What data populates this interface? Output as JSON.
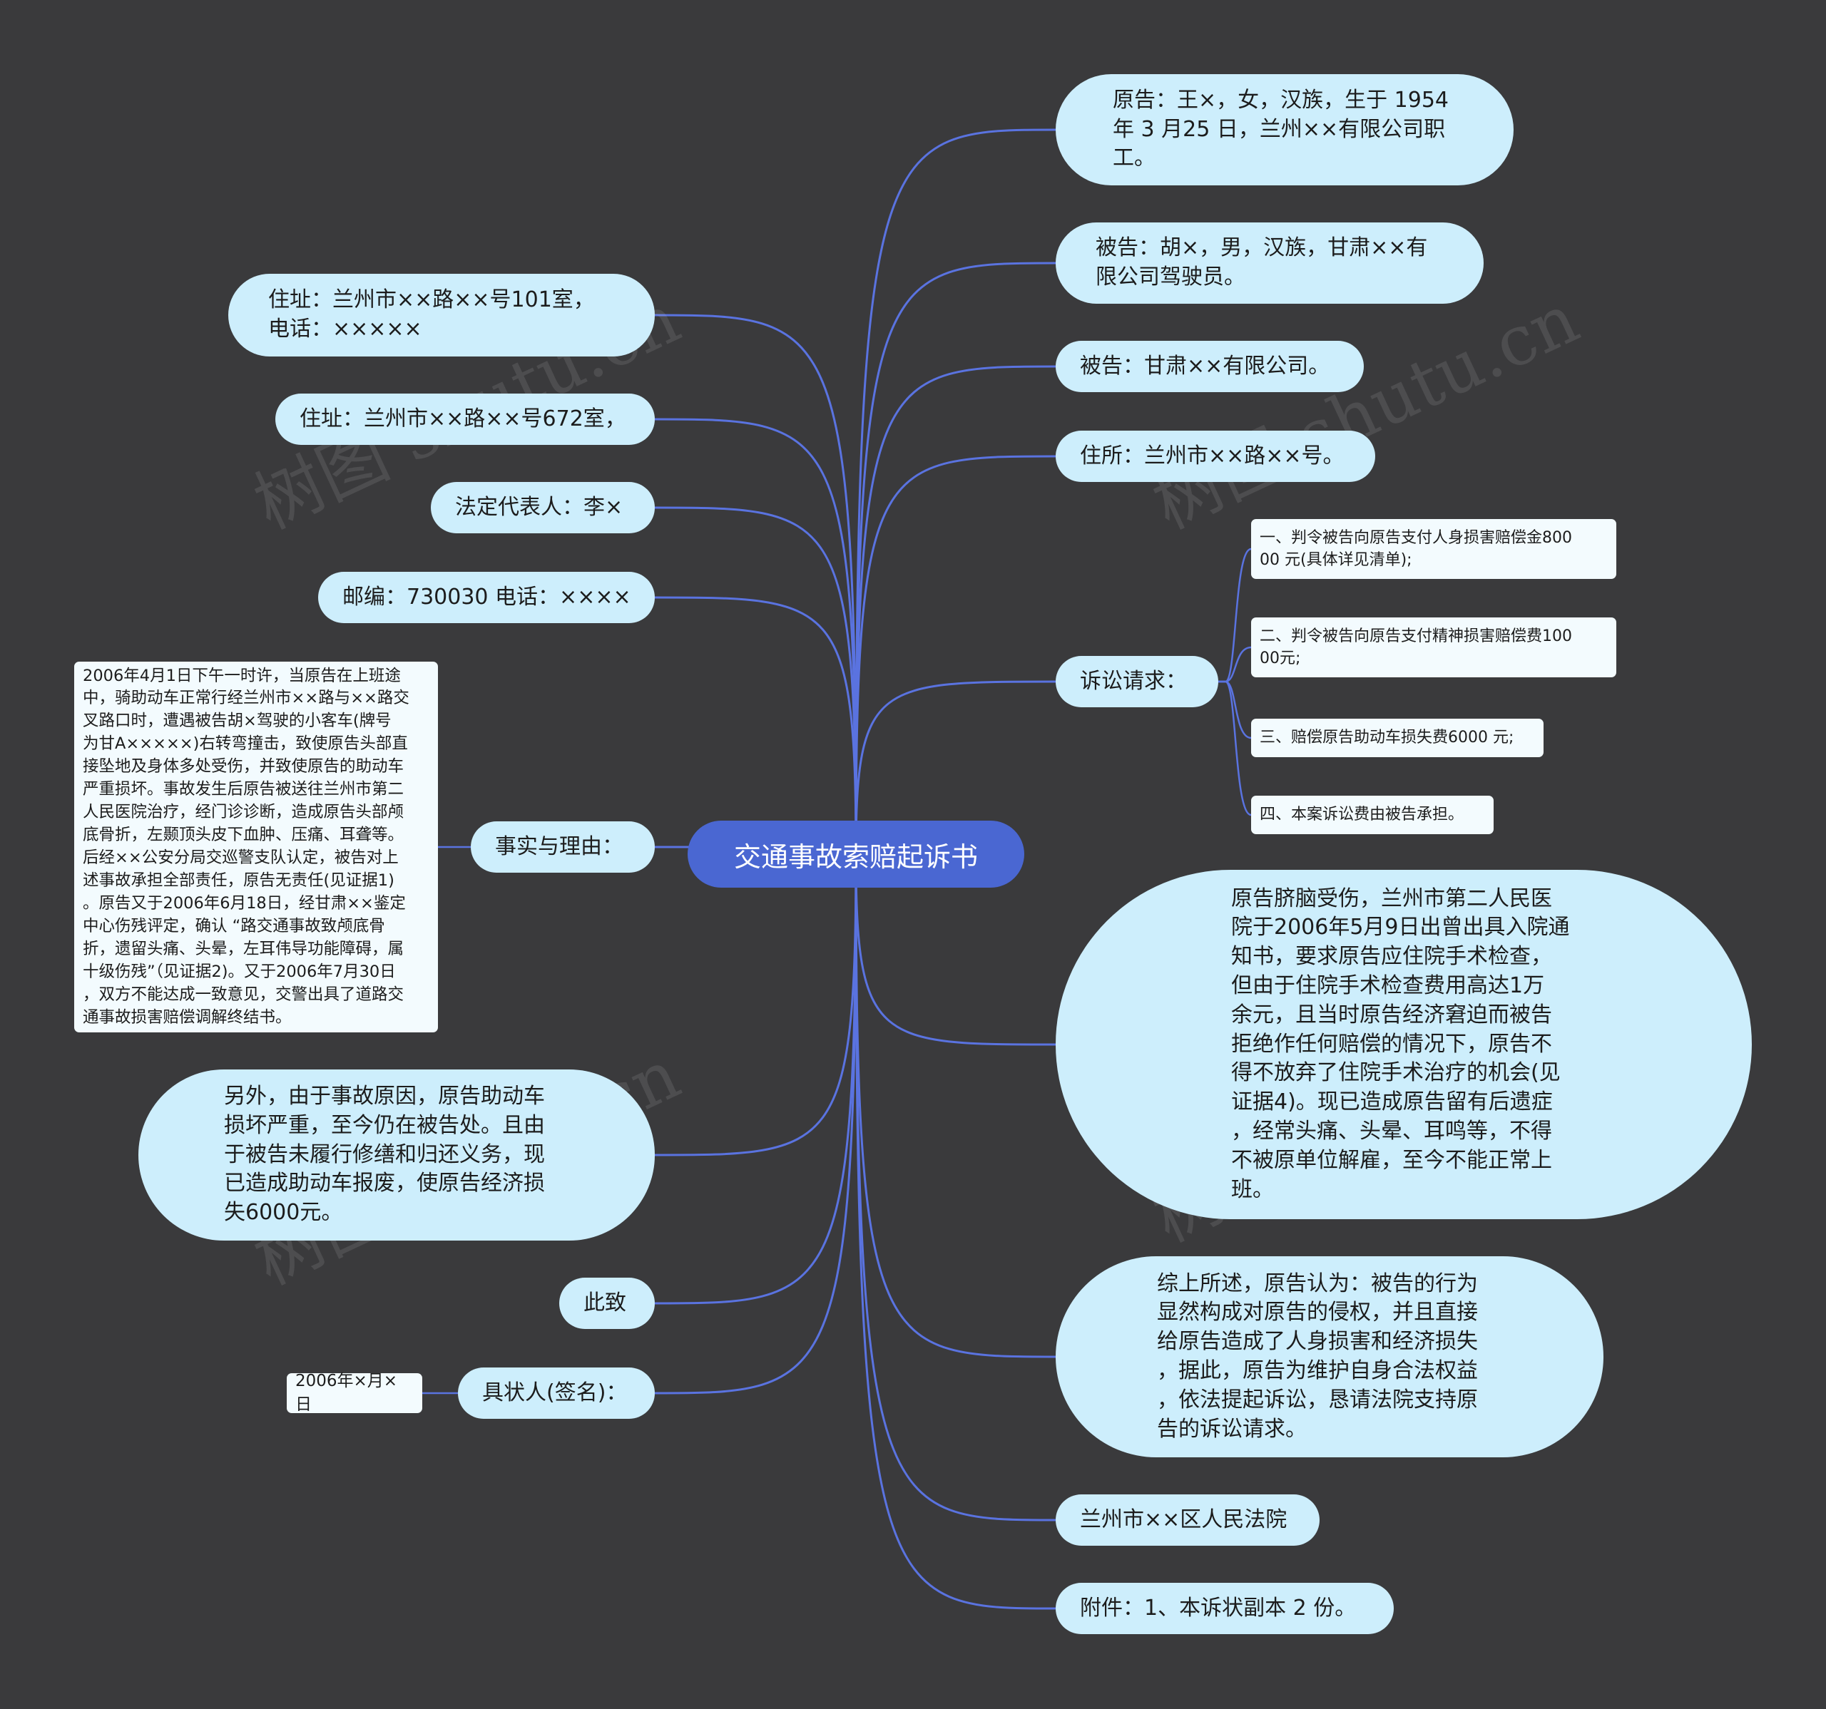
{
  "root": {
    "label": "交通事故索赔起诉书"
  },
  "right": {
    "plaintiff": "原告：王×，女，汉族，生于 1954\n年 3 月25 日，兰州××有限公司职\n工。",
    "defendant1": "被告：胡×，男，汉族，甘肃××有\n限公司驾驶员。",
    "defendant2": "被告：甘肃××有限公司。",
    "residence": "住所：兰州市××路××号。",
    "claims": {
      "label": "诉讼请求：",
      "items": [
        "一、判令被告向原告支付人身损害赔偿金800\n00 元(具体详见清单);",
        "二、判令被告向原告支付精神损害赔偿费100\n00元;",
        "三、赔偿原告助动车损失费6000 元;",
        "四、本案诉讼费由被告承担。"
      ]
    },
    "injury": "原告脐脑受伤，兰州市第二人民医\n院于2006年5月9日出曾出具入院通\n知书，要求原告应住院手术检查，\n但由于住院手术检查费用高达1万\n余元，且当时原告经济窘迫而被告\n拒绝作任何赔偿的情况下，原告不\n得不放弃了住院手术治疗的机会(见\n证据4)。现已造成原告留有后遗症\n，经常头痛、头晕、耳鸣等，不得\n不被原单位解雇，至今不能正常上\n班。",
    "conclusion": "综上所述，原告认为：被告的行为\n显然构成对原告的侵权，并且直接\n给原告造成了人身损害和经济损失\n，据此，原告为维护自身合法权益\n，依法提起诉讼，恳请法院支持原\n告的诉讼请求。",
    "court": "兰州市××区人民法院",
    "attachment": "附件：1、本诉状副本 2 份。"
  },
  "left": {
    "address1": "住址：兰州市××路××号101室，\n电话：×××××",
    "address2": "住址：兰州市××路××号672室，",
    "legal_rep": "法定代表人：李×",
    "postcode": "邮编：730030 电话：××××",
    "facts": {
      "label": "事实与理由：",
      "detail": "2006年4月1日下午一时许，当原告在上班途\n中，骑助动车正常行经兰州市××路与××路交\n叉路口时，遭遇被告胡×驾驶的小客车(牌号\n为甘A×××××)右转弯撞击，致使原告头部直\n接坠地及身体多处受伤，并致使原告的助动车\n严重损坏。事故发生后原告被送往兰州市第二\n人民医院治疗，经门诊诊断，造成原告头部颅\n底骨折，左颞顶头皮下血肿、压痛、耳聋等。\n后经××公安分局交巡警支队认定，被告对上\n述事故承担全部责任，原告无责任(见证据1)\n。原告又于2006年6月18日，经甘肃××鉴定\n中心伤残评定，确认 “路交通事故致颅底骨\n折，遗留头痛、头晕，左耳伟导功能障碍，属\n十级伤残”（见证据2)。又于2006年7月30日\n，双方不能达成一致意见，交警出具了道路交\n通事故损害赔偿调解终结书。"
    },
    "vehicle": "另外，由于事故原因，原告助动车\n损坏严重，至今仍在被告处。且由\n于被告未履行修缮和归还义务，现\n已造成助动车报废，使原告经济损\n失6000元。",
    "closing": "此致",
    "signer": {
      "label": "具状人(签名)：",
      "date": "2006年×月×日"
    }
  },
  "watermark": "树图 shutu.cn",
  "colors": {
    "background": "#3a3a3c",
    "edge": "#5a73e0",
    "root": "#4a67d2",
    "node": "#cdeefc",
    "card": "#f3fbfe"
  }
}
